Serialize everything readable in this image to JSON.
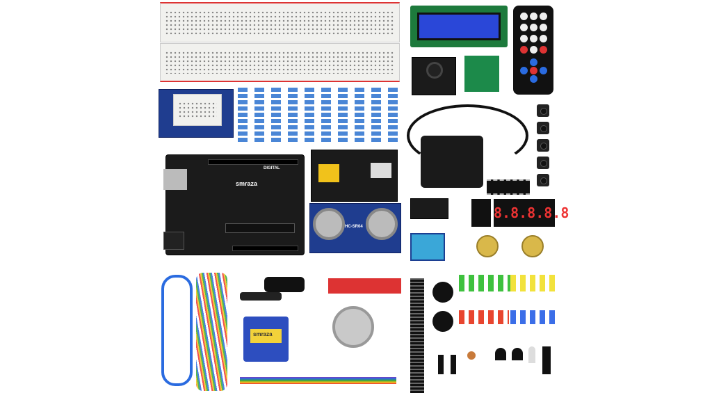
{
  "product": {
    "brand_label_board": "smraza",
    "brand_label_servo": "smraza",
    "sensor_label": "HC-SR04",
    "board_header_label": "DIGITAL",
    "display_digits": "8.8.8.8.8"
  },
  "colors": {
    "background": "#ffffff",
    "pcb_blue": "#1f3d8f",
    "pcb_black": "#1b1b1b",
    "led_green": "#3ec13e",
    "led_yellow": "#f2e23c",
    "led_red": "#e8452f",
    "led_blue": "#3b6ee8"
  }
}
